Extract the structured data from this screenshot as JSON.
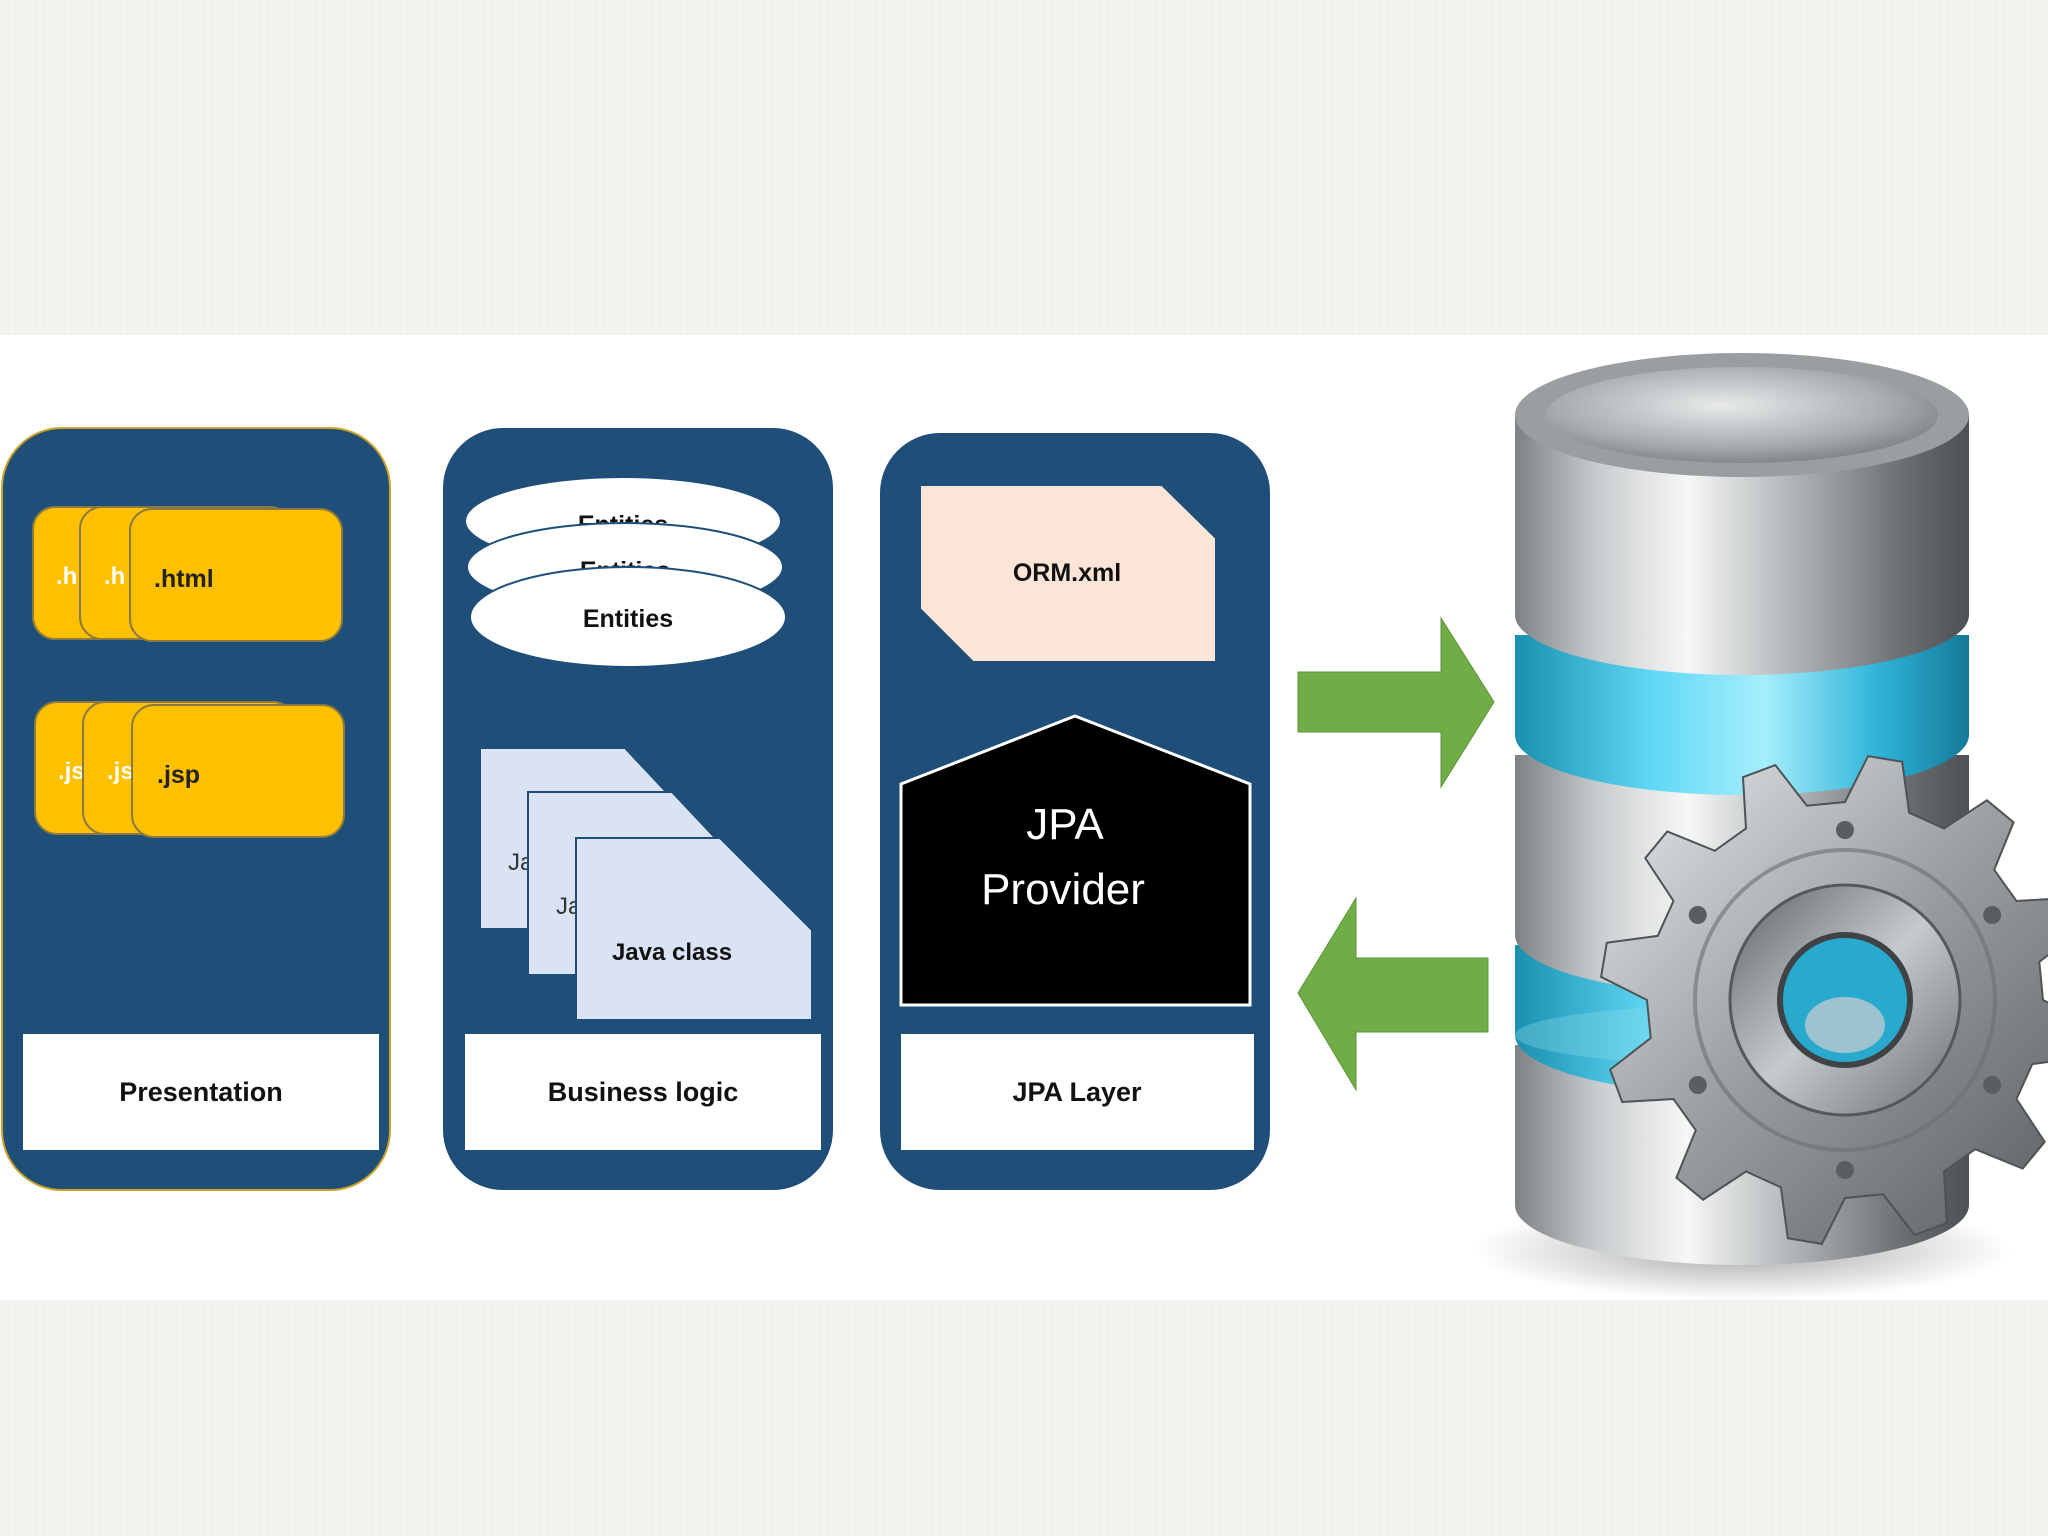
{
  "presentation": {
    "label": "Presentation",
    "html_cards": [
      ".h",
      ".h",
      ".html"
    ],
    "jsp_cards": [
      ".js",
      ".js",
      ".jsp"
    ]
  },
  "business_logic": {
    "label": "Business logic",
    "entities": [
      "Entities",
      "Entities",
      "Entities"
    ],
    "java_classes": [
      "Ja",
      "Ja",
      "Java class"
    ]
  },
  "jpa_layer": {
    "label": "JPA Layer",
    "orm_file": "ORM.xml",
    "provider_line1": "JPA",
    "provider_line2": "Provider"
  },
  "icons": {
    "arrow_right": "arrow-right-icon",
    "arrow_left": "arrow-left-icon",
    "database": "database-icon",
    "gear": "gear-icon"
  },
  "colors": {
    "panel_blue": "#1f4e79",
    "file_yellow": "#ffc000",
    "arrow_green": "#70ad47",
    "orm_pink": "#fbe5d6",
    "java_lavender": "#dae3f3",
    "provider_black": "#000000",
    "db_teal": "#3cc4e6"
  }
}
